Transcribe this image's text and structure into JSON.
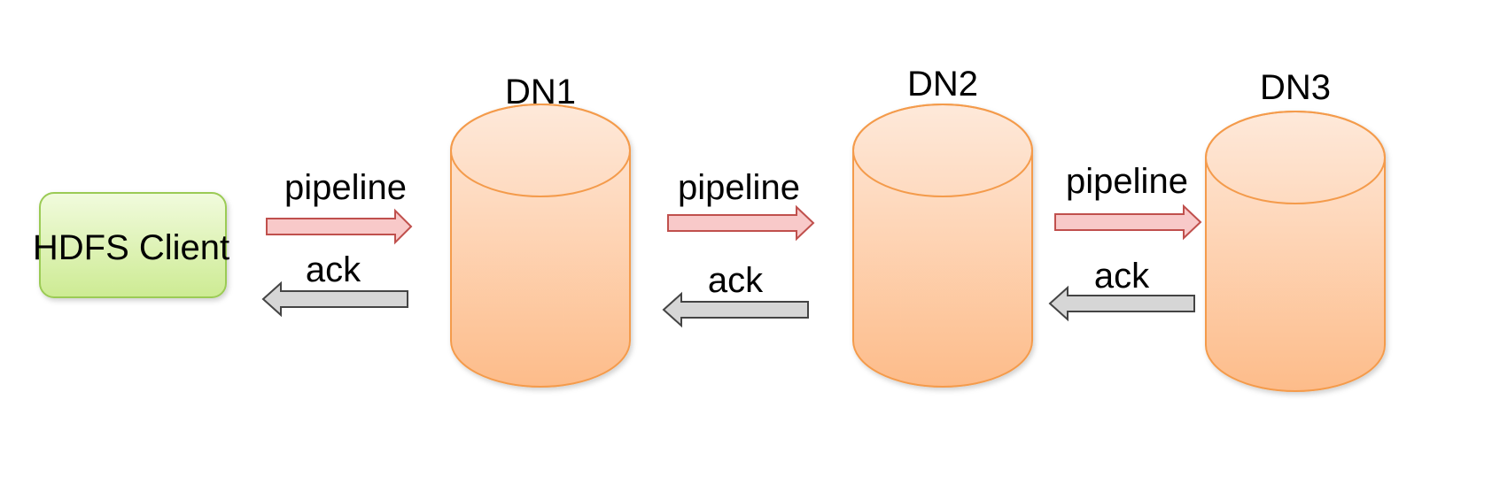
{
  "diagram": {
    "client": {
      "label": "HDFS Client"
    },
    "datanodes": [
      {
        "label": "DN1"
      },
      {
        "label": "DN2"
      },
      {
        "label": "DN3"
      }
    ],
    "links": [
      {
        "pipeline_label": "pipeline",
        "ack_label": "ack"
      },
      {
        "pipeline_label": "pipeline",
        "ack_label": "ack"
      },
      {
        "pipeline_label": "pipeline",
        "ack_label": "ack"
      }
    ]
  },
  "colors": {
    "client_fill_top": "#F1FBDD",
    "client_fill_bottom": "#CDEB93",
    "client_stroke": "#9BCB55",
    "cylinder_fill_top": "#FEE9DA",
    "cylinder_fill_bottom": "#FDBC8A",
    "cylinder_stroke": "#F49B4C",
    "pipeline_arrow_fill": "#F8C9C9",
    "pipeline_arrow_stroke": "#C0504D",
    "ack_arrow_fill": "#D6D6D6",
    "ack_arrow_stroke": "#444444"
  }
}
